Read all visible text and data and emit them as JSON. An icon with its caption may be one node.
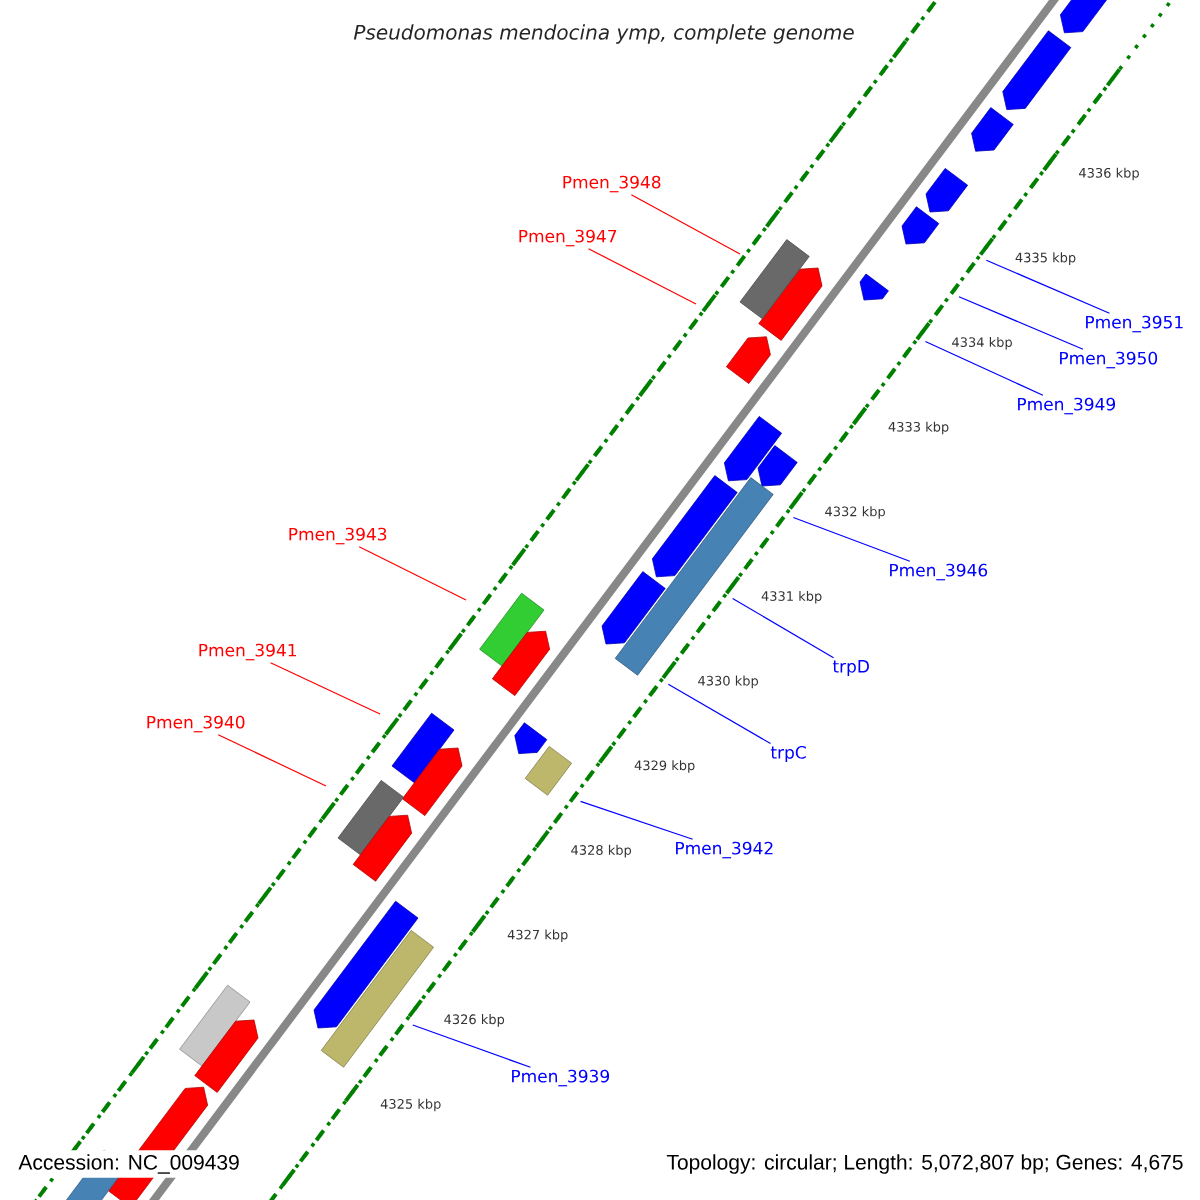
{
  "diagram": {
    "title": "Pseudomonas mendocina ymp, complete genome",
    "nodes": [
      {
        "text": [
          "Pmen_3948"
        ]
      },
      {
        "text": [
          "Pmen_3947"
        ]
      },
      {
        "text": [
          "Pmen_3951"
        ]
      },
      {
        "text": [
          "Pmen_3950"
        ]
      },
      {
        "text": [
          "Pmen_3949"
        ]
      },
      {
        "text": [
          "Pmen_3943"
        ]
      },
      {
        "text": [
          "Pmen_3946"
        ]
      },
      {
        "text": [
          "trpD"
        ]
      },
      {
        "text": [
          "Pmen_3941"
        ]
      },
      {
        "text": [
          "trpC"
        ]
      },
      {
        "text": [
          "Pmen_3940"
        ]
      },
      {
        "text": [
          "Pmen_3942"
        ]
      },
      {
        "text": [
          "Pmen_3939"
        ]
      }
    ],
    "edges": [
      {
        "from": 0,
        "to": null,
        "arrow": "none",
        "color": "#ff0000"
      },
      {
        "from": 1,
        "to": null,
        "arrow": "none",
        "color": "#ff0000"
      },
      {
        "from": 2,
        "to": null,
        "arrow": "none"
      },
      {
        "from": 3,
        "to": null,
        "arrow": "none"
      },
      {
        "from": 4,
        "to": null,
        "arrow": "none"
      },
      {
        "from": 5,
        "to": null,
        "arrow": "none",
        "color": "#ff0000"
      },
      {
        "from": 6,
        "to": null,
        "arrow": "none"
      },
      {
        "from": 7,
        "to": null,
        "arrow": "none"
      },
      {
        "from": 8,
        "to": null,
        "arrow": "none",
        "color": "#ff0000"
      },
      {
        "from": 9,
        "to": null,
        "arrow": "none"
      },
      {
        "from": 10,
        "to": null,
        "arrow": "none",
        "color": "#ff0000"
      },
      {
        "from": 11,
        "to": null,
        "arrow": "none"
      },
      {
        "from": 12,
        "to": null,
        "arrow": "none"
      }
    ],
    "labels": [
      "4336 kbp",
      "4335 kbp",
      "4334 kbp",
      "4333 kbp",
      "4332 kbp",
      "4331 kbp",
      "4330 kbp",
      "4329 kbp",
      "4328 kbp",
      "4327 kbp",
      "4326 kbp",
      "4325 kbp",
      "Accession: NC_009439",
      "Topology: circular; Length: 5,072,807 bp; Genes: 4,675"
    ]
  }
}
